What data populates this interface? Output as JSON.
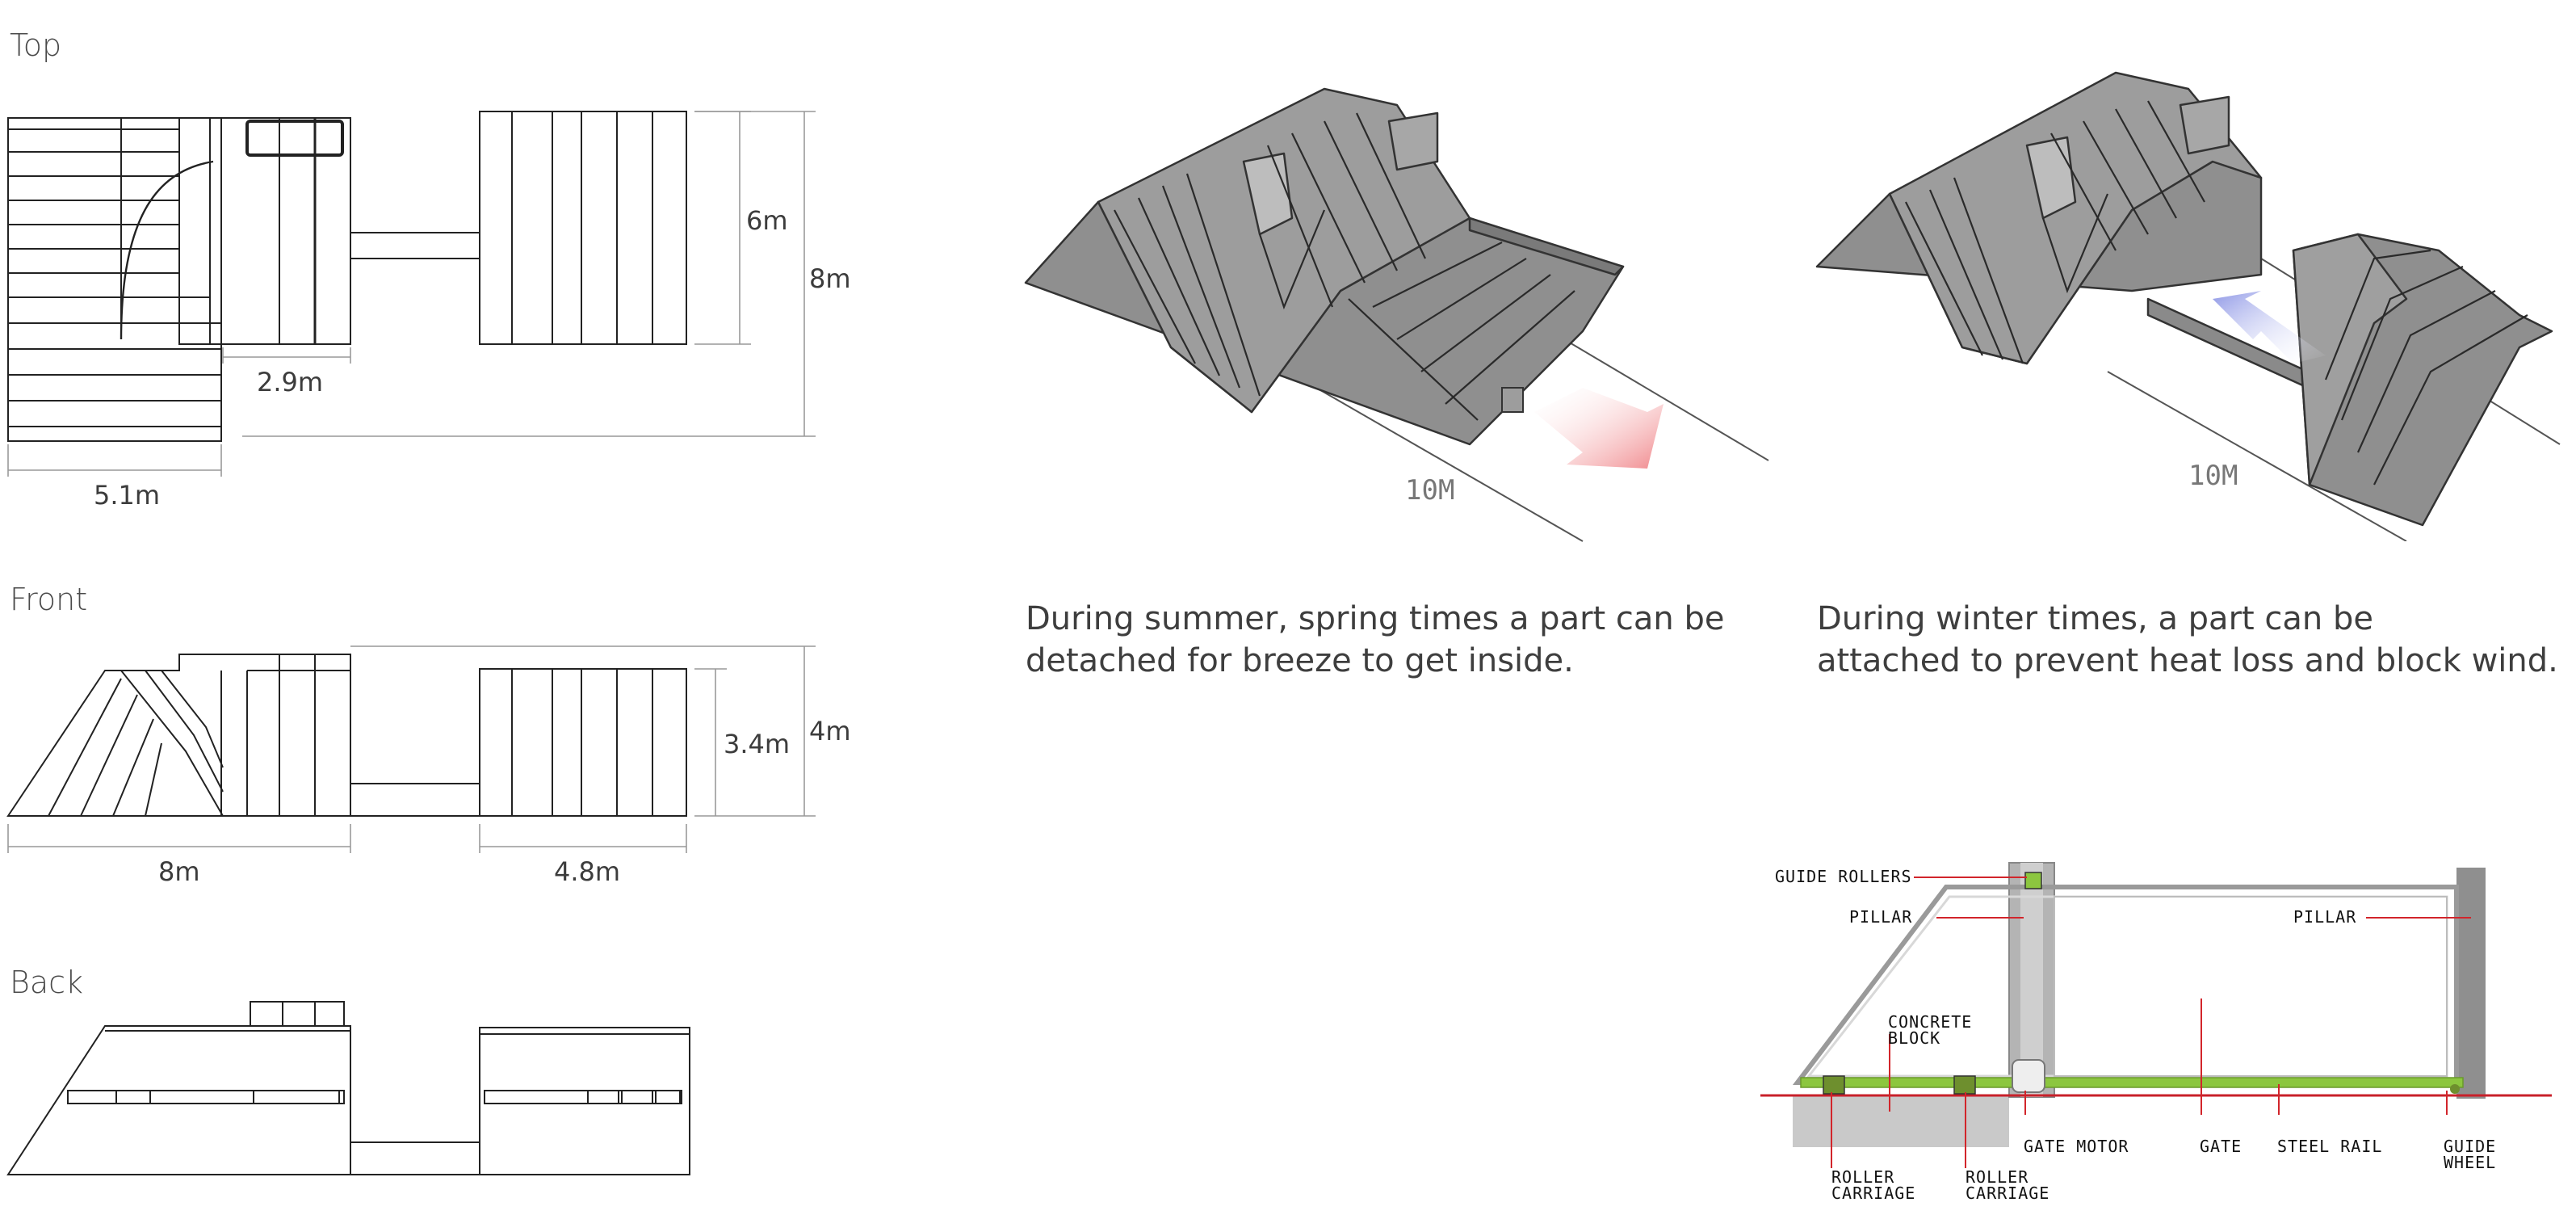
{
  "views": {
    "top": {
      "heading": "Top",
      "dims": {
        "width_right": "6m",
        "width_total": "8m",
        "connector": "2.9m",
        "left_block": "5.1m"
      }
    },
    "front": {
      "heading": "Front",
      "dims": {
        "height_right": "3.4m",
        "height_total": "4m",
        "left_block": "8m",
        "right_block": "4.8m"
      }
    },
    "back": {
      "heading": "Back"
    }
  },
  "axonometric": {
    "summer": {
      "length_label": "10M",
      "caption_line1": "During summer, spring times a part can be",
      "caption_line2": "detached for breeze to get inside.",
      "arrow_color": "#f0868a"
    },
    "winter": {
      "length_label": "10M",
      "caption_line1": "During winter times, a part can be",
      "caption_line2": "attached to prevent heat loss and block wind.",
      "arrow_color": "#9aa3e8"
    }
  },
  "gate_diagram": {
    "labels": {
      "guide_rollers": "GUIDE ROLLERS",
      "pillar_left": "PILLAR",
      "pillar_right": "PILLAR",
      "concrete_block_1": "CONCRETE",
      "concrete_block_2": "BLOCK",
      "gate_motor": "GATE MOTOR",
      "gate": "GATE",
      "steel_rail": "STEEL RAIL",
      "guide_wheel_1": "GUIDE",
      "guide_wheel_2": "WHEEL",
      "roller_carriage_a1": "ROLLER",
      "roller_carriage_a2": "CARRIAGE",
      "roller_carriage_b1": "ROLLER",
      "roller_carriage_b2": "CARRIAGE"
    },
    "colors": {
      "leader": "#d2252b",
      "rail": "#8cc63f",
      "pillar": "#9a9a9a"
    }
  }
}
